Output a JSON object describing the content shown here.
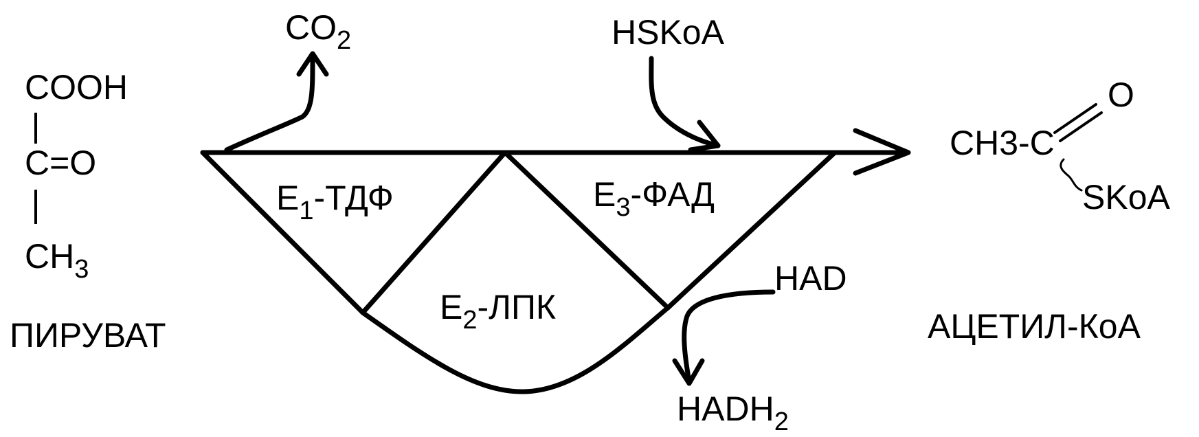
{
  "pyruvate": {
    "cooh": "COOH",
    "keto": "C=O",
    "methyl_main": "CH",
    "methyl_sub": "3",
    "name": "ПИРУВАТ"
  },
  "co2": {
    "main": "CO",
    "sub": "2"
  },
  "hskoa": "HSKoA",
  "enzymes": {
    "e1": {
      "main": "E",
      "sub": "1",
      "rest": "-ТДФ"
    },
    "e2": {
      "main": "E",
      "sub": "2",
      "rest": "-ЛПК"
    },
    "e3": {
      "main": "E",
      "sub": "3",
      "rest": "-ФАД"
    }
  },
  "nad": "HAD",
  "nadh2": {
    "main": "HADH",
    "sub": "2"
  },
  "acetyl_coa": {
    "ch3c": "CH3-C",
    "oxygen": "O",
    "skoa": "SKoA",
    "name": "АЦЕТИЛ-КоА"
  },
  "colors": {
    "ink": "#000000",
    "background": "#ffffff"
  }
}
